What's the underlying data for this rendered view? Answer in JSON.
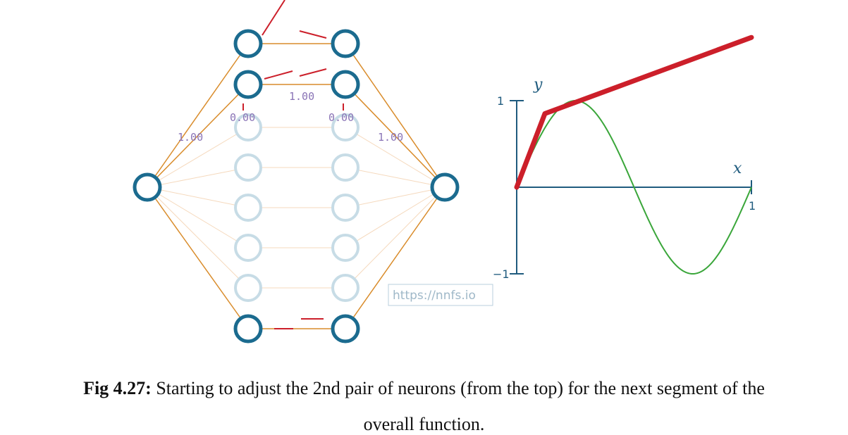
{
  "network": {
    "weight_labels": {
      "input_to_top": "1.00",
      "hidden_pair2_top": "0.00",
      "hidden_pair2_right_top": "0.00",
      "pair2_connection": "1.00",
      "pair2_to_output": "1.00"
    },
    "colors": {
      "node_active": "#1b6b8f",
      "node_inactive": "#c7dce6",
      "edge_active": "#d98c2b",
      "edge_faint": "#f5d9bd",
      "marker": "#cc1f2a"
    }
  },
  "chart_data": {
    "type": "line",
    "xlabel": "x",
    "ylabel": "y",
    "xlim": [
      0,
      1
    ],
    "ylim": [
      -1,
      1
    ],
    "yticks": [
      "1",
      "−1"
    ],
    "xticks": [
      "1"
    ],
    "series": [
      {
        "color": "#3aa63a",
        "function": "sin(2*pi*x)",
        "x": [
          0,
          0.05,
          0.1,
          0.15,
          0.2,
          0.25,
          0.3,
          0.35,
          0.4,
          0.45,
          0.5,
          0.55,
          0.6,
          0.65,
          0.7,
          0.75,
          0.8,
          0.85,
          0.9,
          0.95,
          1.0
        ],
        "y": [
          0,
          0.31,
          0.59,
          0.81,
          0.95,
          1.0,
          0.95,
          0.81,
          0.59,
          0.31,
          0,
          -0.31,
          -0.59,
          -0.81,
          -0.95,
          -1.0,
          -0.95,
          -0.81,
          -0.59,
          -0.31,
          0
        ]
      },
      {
        "color": "#cc1f2a",
        "x": [
          0,
          0.12,
          1.0
        ],
        "y": [
          0,
          0.85,
          1.73
        ]
      }
    ]
  },
  "watermark": "https://nnfs.io",
  "caption": {
    "label": "Fig 4.27:",
    "text_line1": " Starting to adjust the 2nd pair of neurons (from the top) for the next segment of the",
    "text_line2": "overall function."
  }
}
